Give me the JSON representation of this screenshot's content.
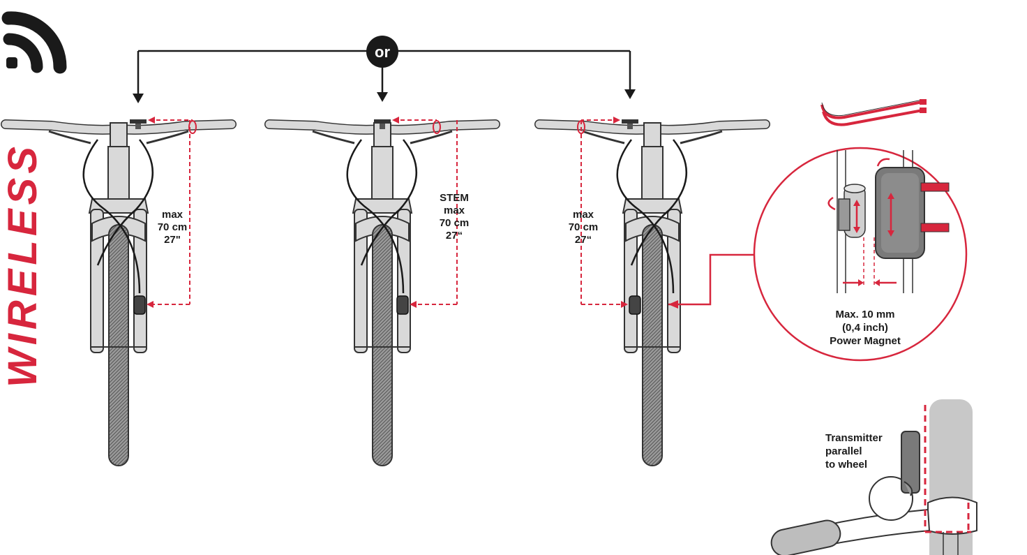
{
  "side_title": "WIRELESS",
  "or_label": "or",
  "options": [
    {
      "lines": [
        "max",
        "70 cm",
        "27\""
      ]
    },
    {
      "lines": [
        "STEM",
        "max",
        "70 cm",
        "27“"
      ]
    },
    {
      "lines": [
        "max",
        "70 cm",
        "27“"
      ]
    }
  ],
  "magnet_note": [
    "Max. 10 mm",
    "(0,4 inch)",
    "Power Magnet"
  ],
  "transmitter_note": [
    "Transmitter",
    "parallel",
    "to wheel"
  ],
  "colors": {
    "accent": "#d7263d",
    "dark": "#1a1a1a",
    "part": "#d9d9d9",
    "outline": "#333333"
  },
  "icons": [
    "wireless-signal-icon",
    "cable-tie-icon"
  ]
}
